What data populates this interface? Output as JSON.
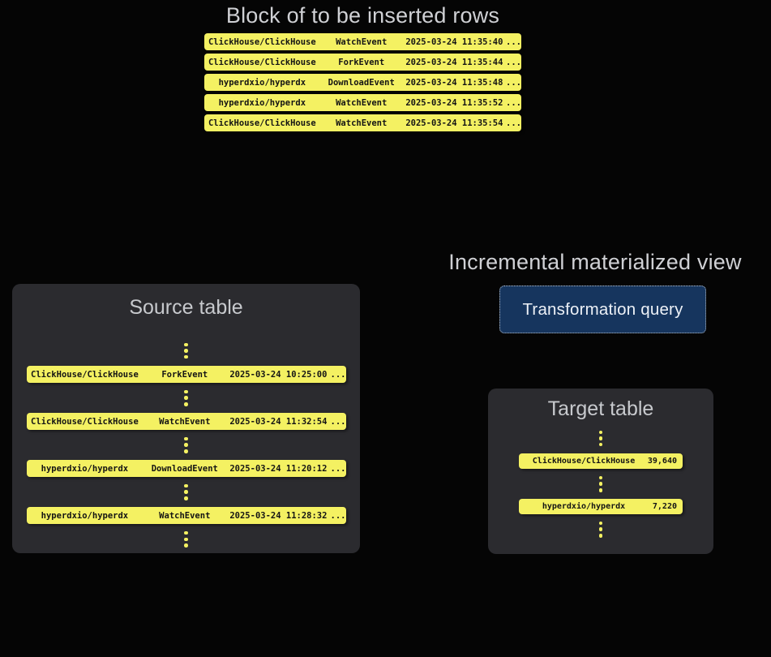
{
  "colors": {
    "background": "#050505",
    "panel": "#2b2b2f",
    "row_yellow": "#f4f162",
    "row_text": "#141414",
    "heading_text": "#cfd0d4",
    "button_blue": "#16355e",
    "button_border": "#b9c2cc",
    "button_text": "#edf1f7"
  },
  "insert_block": {
    "title": "Block of to be inserted rows",
    "rows": [
      {
        "repo": "ClickHouse/ClickHouse",
        "event": "WatchEvent",
        "time": "2025-03-24 11:35:40",
        "more": "..."
      },
      {
        "repo": "ClickHouse/ClickHouse",
        "event": "ForkEvent",
        "time": "2025-03-24 11:35:44",
        "more": "..."
      },
      {
        "repo": "hyperdxio/hyperdx",
        "event": "DownloadEvent",
        "time": "2025-03-24 11:35:48",
        "more": "..."
      },
      {
        "repo": "hyperdxio/hyperdx",
        "event": "WatchEvent",
        "time": "2025-03-24 11:35:52",
        "more": "..."
      },
      {
        "repo": "ClickHouse/ClickHouse",
        "event": "WatchEvent",
        "time": "2025-03-24 11:35:54",
        "more": "..."
      }
    ]
  },
  "source_table": {
    "title": "Source table",
    "rows": [
      {
        "repo": "ClickHouse/ClickHouse",
        "event": "ForkEvent",
        "time": "2025-03-24 10:25:00",
        "more": "..."
      },
      {
        "repo": "ClickHouse/ClickHouse",
        "event": "WatchEvent",
        "time": "2025-03-24 11:32:54",
        "more": "..."
      },
      {
        "repo": "hyperdxio/hyperdx",
        "event": "DownloadEvent",
        "time": "2025-03-24 11:20:12",
        "more": "..."
      },
      {
        "repo": "hyperdxio/hyperdx",
        "event": "WatchEvent",
        "time": "2025-03-24 11:28:32",
        "more": "..."
      }
    ]
  },
  "materialized_view": {
    "heading": "Incremental materialized view",
    "button_label": "Transformation query"
  },
  "target_table": {
    "title": "Target table",
    "rows": [
      {
        "repo": "ClickHouse/ClickHouse",
        "count": "39,640"
      },
      {
        "repo": "hyperdxio/hyperdx",
        "count": "7,220"
      }
    ]
  }
}
